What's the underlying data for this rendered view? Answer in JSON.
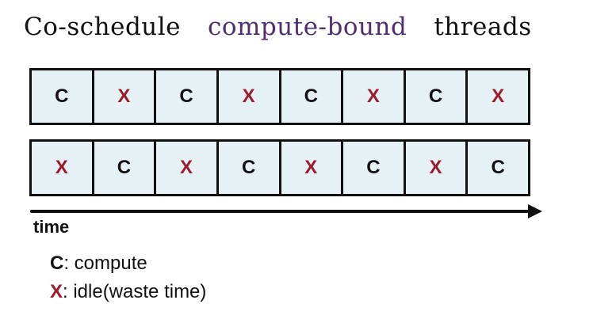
{
  "title": {
    "part1": "Co-schedule",
    "part2": "compute-bound",
    "part3": "threads"
  },
  "timeline": {
    "row1": [
      "C",
      "X",
      "C",
      "X",
      "C",
      "X",
      "C",
      "X"
    ],
    "row2": [
      "X",
      "C",
      "X",
      "C",
      "X",
      "C",
      "X",
      "C"
    ]
  },
  "axis_label": "time",
  "legend": {
    "compute_symbol": "C",
    "compute_text": ": compute",
    "idle_symbol": "X",
    "idle_text": ": idle(waste time)"
  },
  "colors": {
    "compute": "#111111",
    "idle": "#9b1b2a",
    "accent_title": "#4f2f6e",
    "cell_fill": "#e6f1f6"
  }
}
